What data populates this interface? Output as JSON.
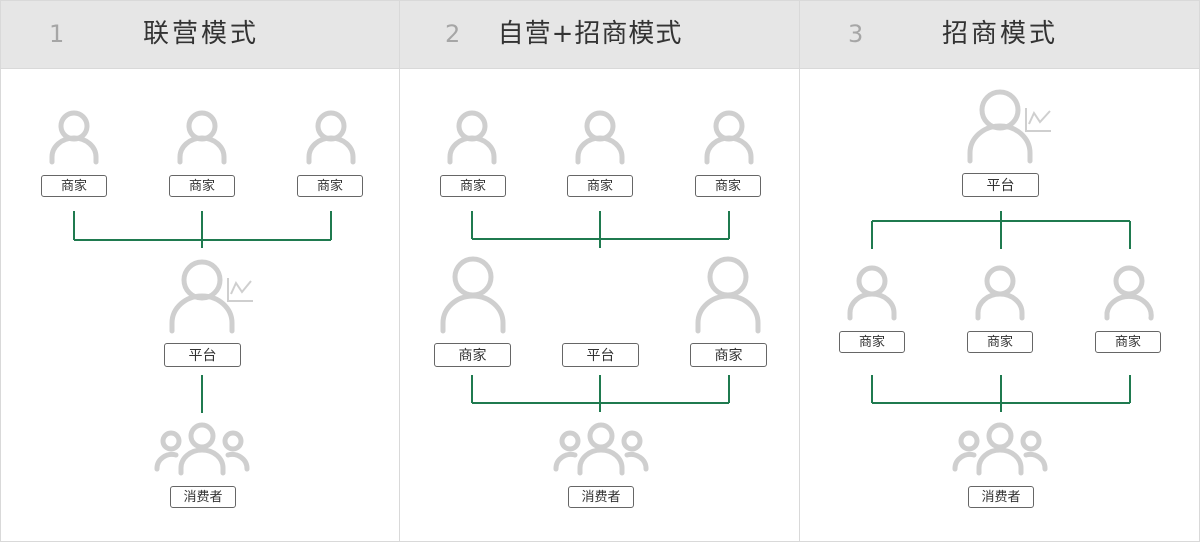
{
  "colors": {
    "connector": "#1f7a4f",
    "figure": "#cfcfcf",
    "header_bg": "#e6e6e6"
  },
  "panels": [
    {
      "number": "1",
      "title": "联营模式",
      "merchants": [
        "商家",
        "商家",
        "商家"
      ],
      "platform": "平台",
      "consumers": "消费者"
    },
    {
      "number": "2",
      "title": "自营+招商模式",
      "merchants": [
        "商家",
        "商家",
        "商家"
      ],
      "merchant_left": "商家",
      "platform": "平台",
      "merchant_right": "商家",
      "consumers": "消费者"
    },
    {
      "number": "3",
      "title": "招商模式",
      "platform": "平台",
      "merchants": [
        "商家",
        "商家",
        "商家"
      ],
      "consumers": "消费者"
    }
  ],
  "icons": {
    "person": "person-icon",
    "group": "group-icon",
    "chart": "chart-icon"
  }
}
